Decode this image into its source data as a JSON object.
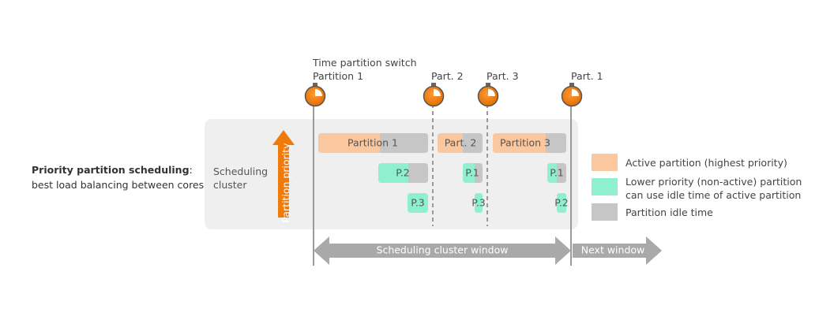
{
  "caption": {
    "title_bold": "Priority partition scheduling",
    "title_rest": ":",
    "subtitle": "best load balancing between cores"
  },
  "cluster_label": "Scheduling cluster",
  "priority_arrow_label": "Partition priority",
  "switches": [
    {
      "lines": [
        "Time partition switch",
        "Partition 1"
      ],
      "icon": "stopwatch-icon"
    },
    {
      "lines": [
        "Part. 2"
      ],
      "icon": "stopwatch-icon"
    },
    {
      "lines": [
        "Part. 3"
      ],
      "icon": "stopwatch-icon"
    },
    {
      "lines": [
        "Part. 1"
      ],
      "icon": "stopwatch-icon"
    }
  ],
  "rows": {
    "active": [
      {
        "label": "Partition 1"
      },
      {
        "label": "Part. 2"
      },
      {
        "label": "Partition 3"
      }
    ],
    "lower_1": [
      {
        "label": "P.2"
      },
      {
        "label": "P.1"
      },
      {
        "label": "P.1"
      }
    ],
    "lower_2": [
      {
        "label": "P.3"
      },
      {
        "label": "P.3"
      },
      {
        "label": "P.2"
      }
    ]
  },
  "windows": {
    "current": "Scheduling cluster window",
    "next": "Next window"
  },
  "legend": [
    {
      "color": "#fbc79e",
      "lines": [
        "Active partition (highest priority)"
      ]
    },
    {
      "color": "#8ff0d0",
      "lines": [
        "Lower priority (non-active) partition",
        "can use idle time of active partition"
      ]
    },
    {
      "color": "#c6c6c6",
      "lines": [
        "Partition idle time"
      ]
    }
  ],
  "colors": {
    "active": "#fbc79e",
    "lower": "#8ff0d0",
    "idle": "#c6c6c6",
    "orange": "#f07a0a",
    "window_arrow": "#a9a9a9"
  }
}
